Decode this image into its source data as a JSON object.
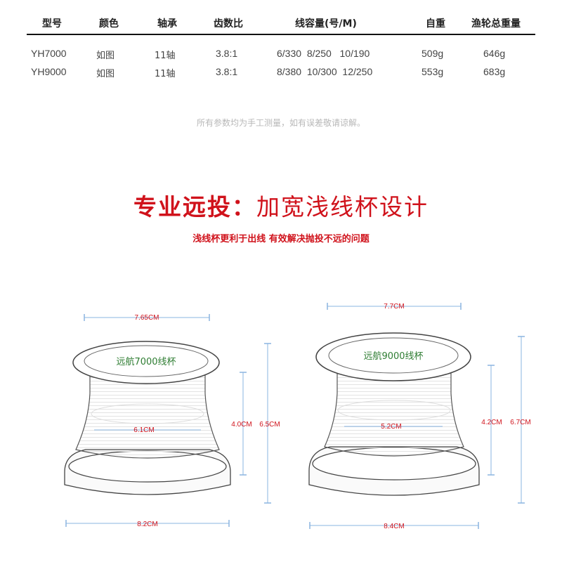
{
  "table": {
    "headers": [
      "型号",
      "颜色",
      "轴承",
      "齿数比",
      "线容量(号/M)",
      "自重",
      "渔轮总重量"
    ],
    "rows": [
      {
        "model": "YH7000",
        "color": "如图",
        "bearing": "11轴",
        "ratio": "3.8:1",
        "capacity": "6/330  8/250   10/190",
        "weight": "509g",
        "total": "646g"
      },
      {
        "model": "YH9000",
        "color": "如图",
        "bearing": "11轴",
        "ratio": "3.8:1",
        "capacity": "8/380  10/300  12/250",
        "weight": "553g",
        "total": "683g"
      }
    ]
  },
  "note": "所有参数均为手工测量，如有误差敬请谅解。",
  "headline": {
    "bold": "专业远投：",
    "thin": "加宽浅线杯设计"
  },
  "subline": "浅线杯更利于出线  有效解决抛投不远的问题",
  "spools": [
    {
      "name": "远航7000线杯",
      "top_width": "7.65CM",
      "core_width": "6.1CM",
      "body_height": "4.0CM",
      "total_height": "6.5CM",
      "base_width": "8.2CM"
    },
    {
      "name": "远航9000线杯",
      "top_width": "7.7CM",
      "core_width": "5.2CM",
      "body_height": "4.2CM",
      "total_height": "6.7CM",
      "base_width": "8.4CM"
    }
  ],
  "colors": {
    "accent": "#d0121b",
    "label_green": "#2e7d32",
    "dim_line": "#8ab4e0"
  }
}
